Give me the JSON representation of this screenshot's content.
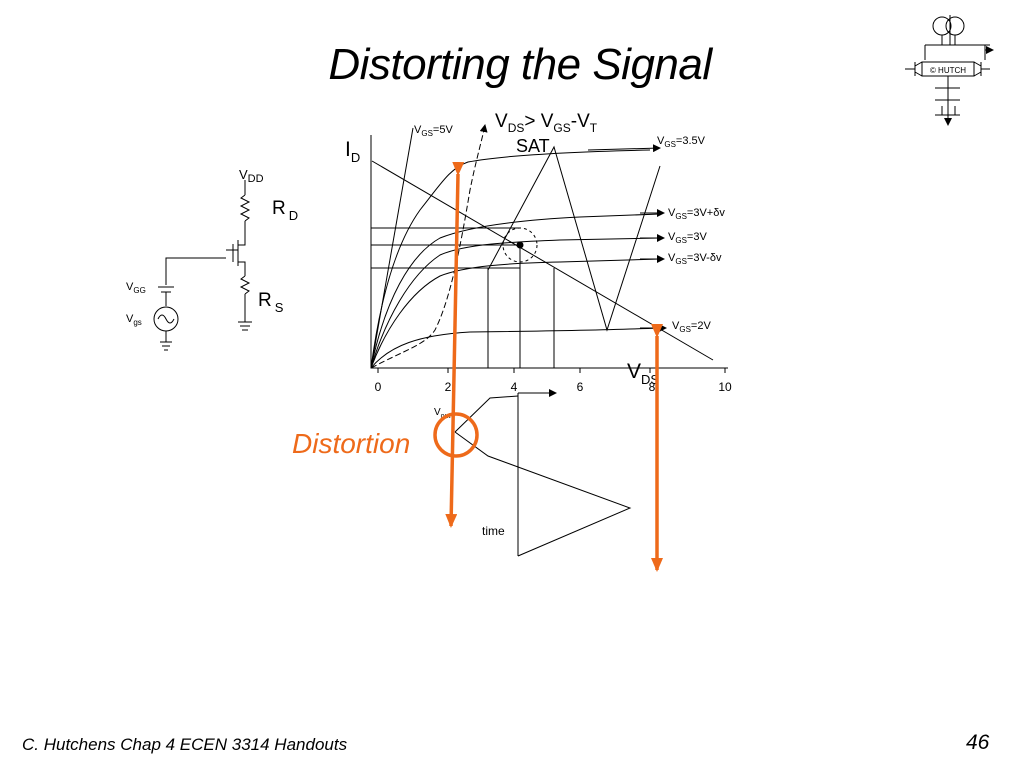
{
  "slide": {
    "title": "Distorting the Signal",
    "footer": "C. Hutchens Chap 4 ECEN 3314 Handouts",
    "page_number": "46"
  },
  "logo": {
    "text": "© HUTCH"
  },
  "circuit": {
    "vdd": {
      "main": "V",
      "sub": "DD"
    },
    "rd": {
      "main": "R",
      "sub": "D"
    },
    "rs": {
      "main": "R",
      "sub": "S"
    },
    "vgg": {
      "main": "V",
      "sub": "GG"
    },
    "vgs": {
      "main": "V",
      "sub": "gs"
    }
  },
  "plot": {
    "y_axis_label": {
      "main": "I",
      "sub": "D"
    },
    "x_axis_label": {
      "main": "V",
      "sub": "DS"
    },
    "x_ticks": [
      "0",
      "2",
      "4",
      "6",
      "8",
      "10"
    ],
    "boundary_label": {
      "p1": "V",
      "s1": "DS",
      "p2": "> V",
      "s2": "GS",
      "p3": "-V",
      "s3": "T"
    },
    "sat_label": "SAT",
    "curve_labels": {
      "vgs5": {
        "pre": "V",
        "sub": "GS",
        "post": "=5V"
      },
      "vgs35": {
        "pre": "V",
        "sub": "GS",
        "post": "=3.5V"
      },
      "vgs3p": {
        "pre": "V",
        "sub": "GS",
        "post": "=3V+δv"
      },
      "vgs3": {
        "pre": "V",
        "sub": "GS",
        "post": "=3V"
      },
      "vgs3m": {
        "pre": "V",
        "sub": "GS",
        "post": "=3V-δv"
      },
      "vgs2": {
        "pre": "V",
        "sub": "GS",
        "post": "=2V"
      }
    }
  },
  "output_waveform": {
    "vout_label": {
      "main": "V",
      "sub": "out"
    },
    "time_label": "time"
  },
  "annotation": {
    "distortion": "Distortion"
  },
  "colors": {
    "accent": "#ee6a1a",
    "line": "#000000",
    "background": "#ffffff"
  }
}
